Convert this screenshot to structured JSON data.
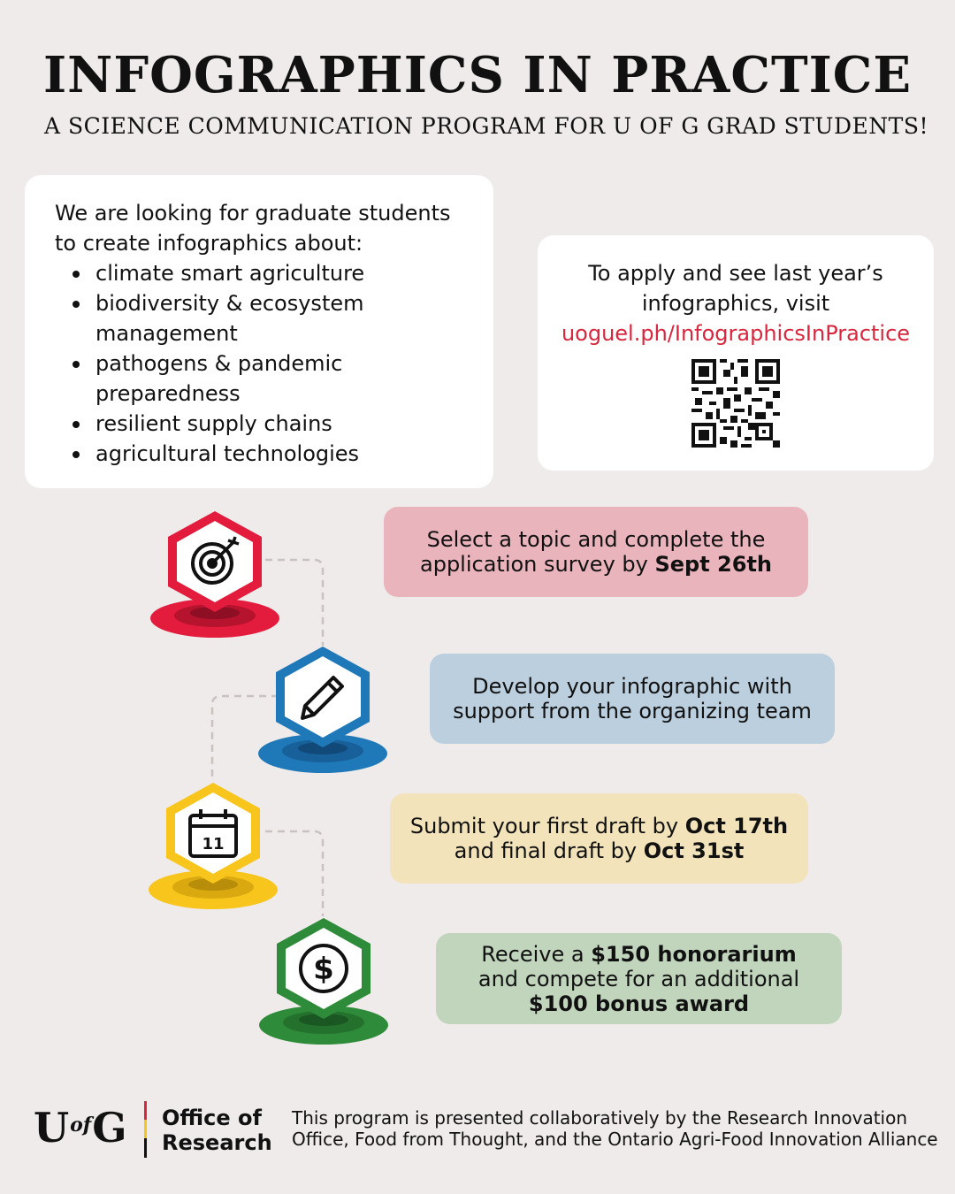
{
  "header": {
    "title": "INFOGRAPHICS IN PRACTICE",
    "subtitle": "A SCIENCE COMMUNICATION PROGRAM FOR U OF G GRAD STUDENTS!"
  },
  "topics_card": {
    "intro_line1": "We are looking for graduate students",
    "intro_line2": "to create infographics about:",
    "topics": [
      "climate smart agriculture",
      "biodiversity & ecosystem management",
      "pathogens & pandemic preparedness",
      "resilient supply chains",
      "agricultural technologies"
    ]
  },
  "apply_card": {
    "line1": "To apply and see last year’s",
    "line2": "infographics, visit",
    "url": "uoguel.ph/InfographicsInPractice"
  },
  "steps": [
    {
      "icon": "target-icon",
      "color": "#e31b3c",
      "parts": [
        "Select a topic and complete the application survey by ",
        "Sept 26th"
      ]
    },
    {
      "icon": "pencil-icon",
      "color": "#1f78b8",
      "parts": [
        "Develop your infographic with support from the organizing team"
      ]
    },
    {
      "icon": "calendar-icon",
      "icon_text": "11",
      "color": "#f7c51b",
      "parts": [
        "Submit your first draft by ",
        "Oct 17th",
        " and final draft by ",
        "Oct 31st"
      ]
    },
    {
      "icon": "dollar-icon",
      "color": "#2e8b3a",
      "parts": [
        "Receive a ",
        "$150 honorarium",
        " and compete for an additional ",
        "$100 bonus award"
      ]
    }
  ],
  "footer": {
    "logo_u": "U",
    "logo_of": "of",
    "logo_g": "G",
    "office_line1": "Office of",
    "office_line2": "Research",
    "note": "This program is presented collaboratively by the Research Innovation Office, Food from Thought, and the Ontario Agri-Food Innovation Alliance"
  },
  "colors": {
    "background": "#efebea",
    "url": "#d7263d"
  }
}
